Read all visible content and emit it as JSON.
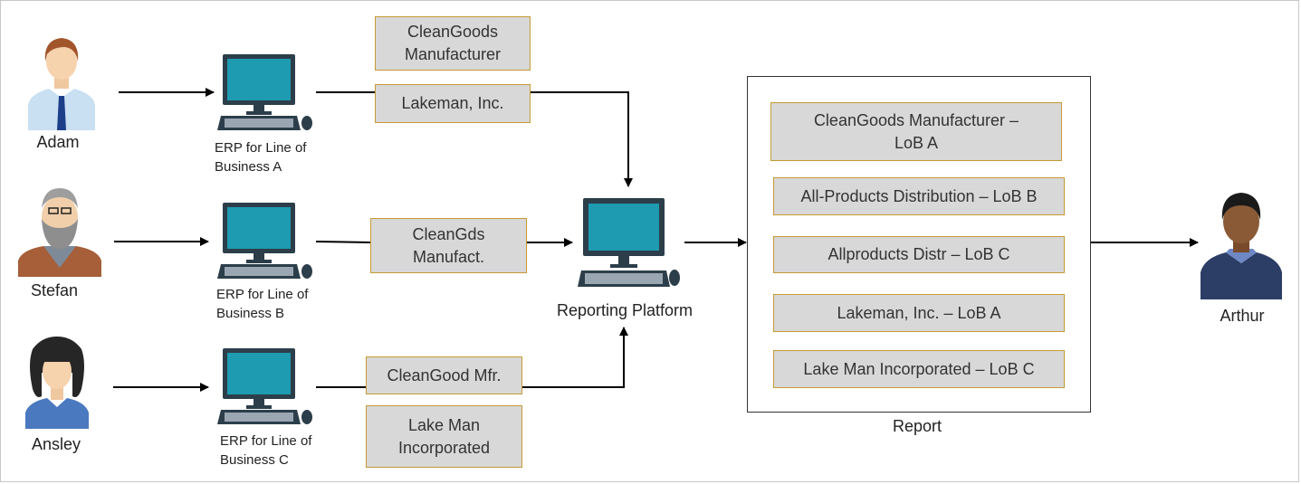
{
  "people": {
    "adam": "Adam",
    "stefan": "Stefan",
    "ansley": "Ansley",
    "arthur": "Arthur"
  },
  "erp": {
    "a_line1": "ERP for Line of",
    "a_line2": "Business  A",
    "b_line1": "ERP for Line of",
    "b_line2": "Business  B",
    "c_line1": "ERP for Line of",
    "c_line2": "Business C"
  },
  "tags": {
    "a1_line1": "CleanGoods",
    "a1_line2": "Manufacturer",
    "a2": "Lakeman, Inc.",
    "b1_line1": "CleanGds",
    "b1_line2": "Manufact.",
    "c1": "CleanGood Mfr.",
    "c2_line1": "Lake Man",
    "c2_line2": "Incorporated"
  },
  "platform": "Reporting Platform",
  "report": {
    "title": "Report",
    "row1_line1": "CleanGoods Manufacturer –",
    "row1_line2": "LoB A",
    "row2": "All-Products Distribution – LoB B",
    "row3": "Allproducts Distr – LoB C",
    "row4": "Lakeman, Inc. – LoB A",
    "row5": "Lake Man Incorporated – LoB C"
  },
  "colors": {
    "tag_fill": "#d8d8d8",
    "tag_border": "#c79a34",
    "monitor": "#1e9bb0",
    "monitor_frame": "#2c3e4a"
  }
}
